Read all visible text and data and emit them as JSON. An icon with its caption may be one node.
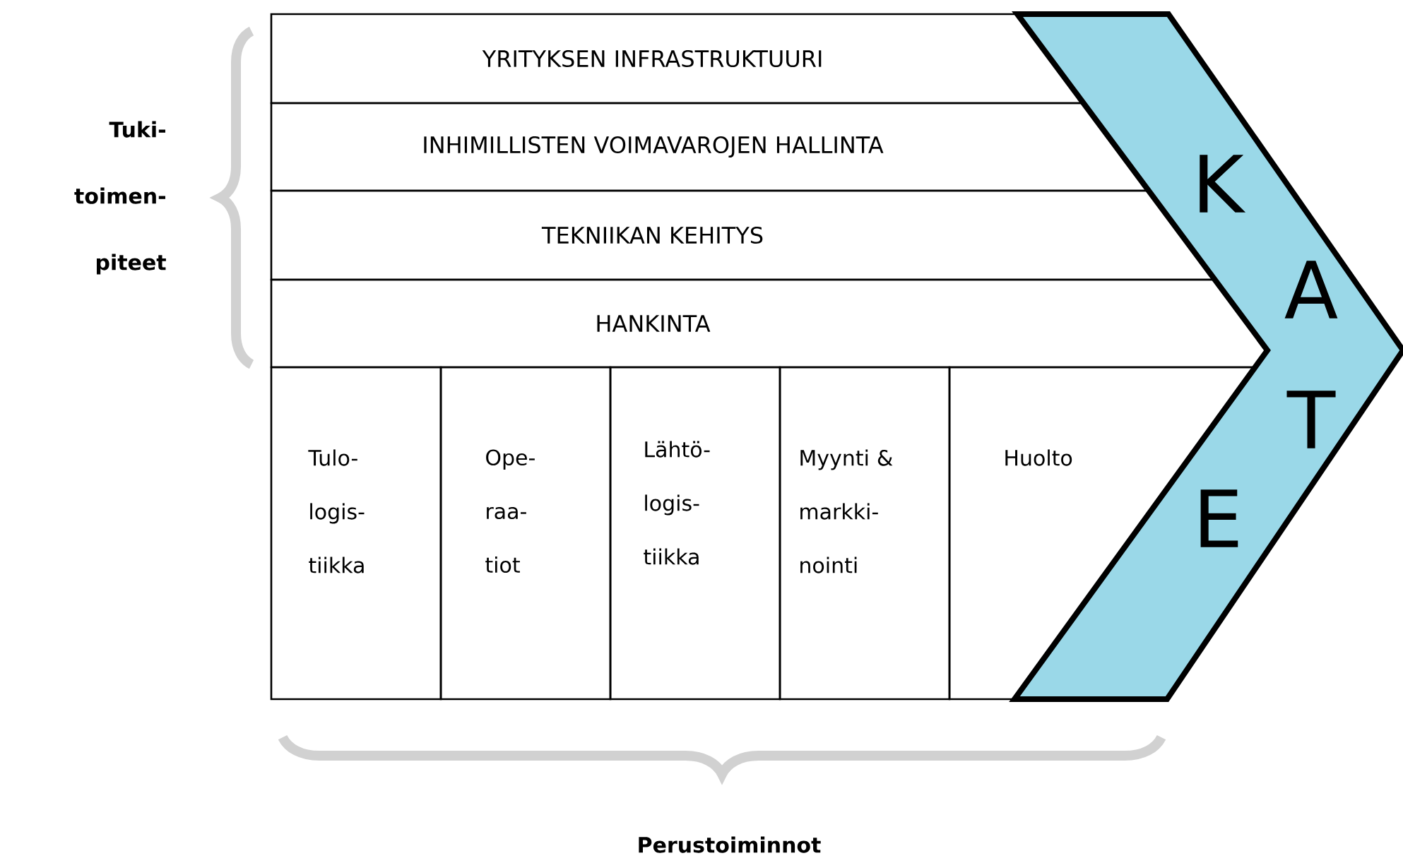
{
  "diagram": {
    "nodes": [
      {
        "text": [
          "YRITYKSEN INFRASTRUKTUURI"
        ]
      },
      {
        "text": [
          "INHIMILLISTEN VOIMAVAROJEN HALLINTA"
        ]
      },
      {
        "text": [
          "TEKNIIKAN KEHITYS"
        ]
      },
      {
        "text": [
          "HANKINTA"
        ]
      },
      {
        "text": [
          "Tulo- logis- tiikka"
        ]
      },
      {
        "text": [
          "Ope- raa- tiot"
        ]
      },
      {
        "text": [
          "Lähtö- logis- tiikka"
        ]
      },
      {
        "text": [
          "Myynti & markki- nointi"
        ]
      },
      {
        "text": [
          "Huolto"
        ]
      },
      {
        "text": [
          "K",
          "A",
          "T",
          "E"
        ]
      }
    ],
    "labels": [
      "Tuki- toimen- piteet",
      "Perustoiminnot"
    ]
  }
}
